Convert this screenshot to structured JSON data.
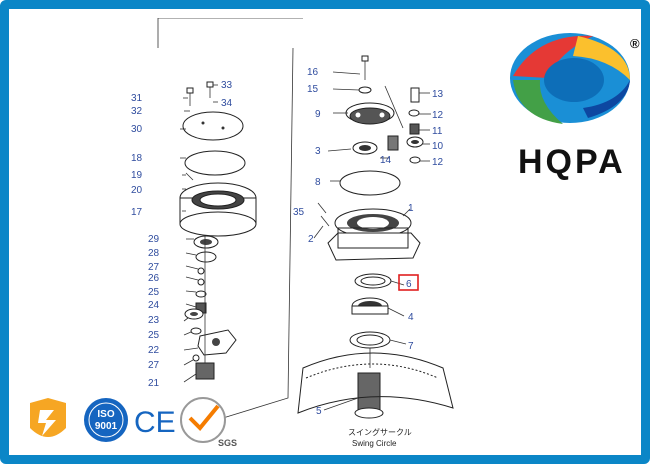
{
  "brand": {
    "name": "HQPA",
    "registered_mark": "®"
  },
  "diagram": {
    "labels": {
      "p1": "1",
      "p2": "2",
      "p3": "3",
      "p4": "4",
      "p5": "5",
      "p6": "6",
      "p7": "7",
      "p8": "8",
      "p9": "9",
      "p10": "10",
      "p11": "11",
      "p12a": "12",
      "p12b": "12",
      "p13": "13",
      "p14": "14",
      "p15": "15",
      "p16": "16",
      "p17": "17",
      "p18": "18",
      "p19": "19",
      "p20": "20",
      "p21": "21",
      "p22": "22",
      "p23": "23",
      "p24": "24",
      "p25a": "25",
      "p25b": "25",
      "p26": "26",
      "p27a": "27",
      "p27b": "27",
      "p28": "28",
      "p29": "29",
      "p30": "30",
      "p31": "31",
      "p32": "32",
      "p33": "33",
      "p34": "34",
      "p35": "35"
    },
    "caption_jp": "スイングサークル",
    "caption_en": "Swing Circle",
    "highlight_color": "#e02020"
  },
  "badges": {
    "iso_text": "ISO",
    "iso_number": "9001",
    "ce_text": "CE",
    "sgs_text": "SGS"
  },
  "colors": {
    "frame": "#0b86c7",
    "label": "#2f4c9e"
  }
}
